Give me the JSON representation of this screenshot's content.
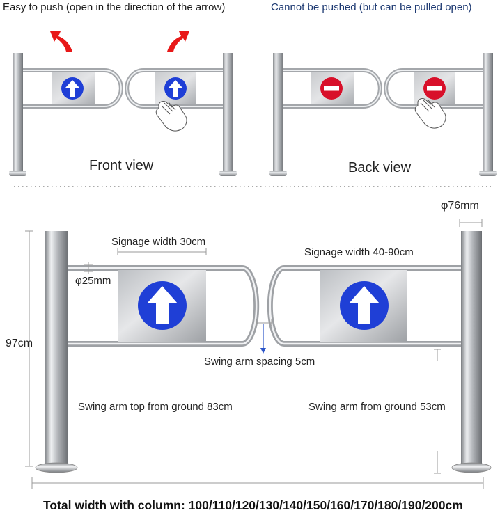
{
  "top": {
    "caption_left": "Easy to push (open in the direction of the arrow)",
    "caption_right": "Cannot be pushed (but can be pulled open)",
    "front_label": "Front view",
    "back_label": "Back view"
  },
  "dimensions": {
    "column_diameter": "φ76mm",
    "signage_left": "Signage width 30cm",
    "signage_right": "Signage width 40-90cm",
    "tube_diameter": "φ25mm",
    "height": "97cm",
    "spacing": "Swing arm spacing 5cm",
    "top_from_ground": "Swing arm top from ground 83cm",
    "from_ground": "Swing arm from ground 53cm",
    "total_width": "Total width with column: 100/110/120/130/140/150/160/170/180/190/200cm"
  },
  "colors": {
    "arrow_sign": "#1f3fd6",
    "stop_sign": "#d8102a",
    "push_arrow": "#e81818",
    "caption_right": "#1f3b73"
  },
  "icons": [
    "up-arrow-sign-icon",
    "no-entry-sign-icon",
    "push-arrow-icon",
    "hand-icon"
  ]
}
